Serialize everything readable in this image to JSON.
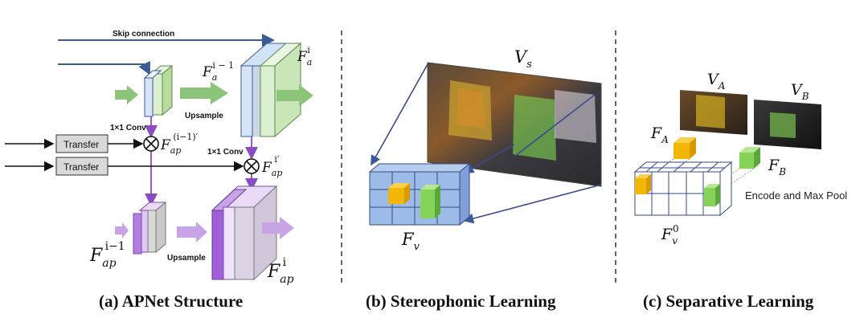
{
  "panel_a": {
    "caption": "(a) APNet Structure",
    "skip_label": "Skip connection",
    "upsample_top": "Upsample",
    "upsample_bottom": "Upsample",
    "conv1": "1×1 Conv",
    "conv2": "1×1 Conv",
    "transfer1": "Transfer",
    "transfer2": "Transfer",
    "fa_prev_base": "F",
    "fa_prev_sub": "a",
    "fa_prev_sup": "i − 1",
    "fa_base": "F",
    "fa_sub": "a",
    "fa_sup": "i",
    "fap_mid_base": "F",
    "fap_mid_sub": "ap",
    "fap_mid_sup": "(i−1)′",
    "fap_right_base": "F",
    "fap_right_sub": "ap",
    "fap_right_sup": "i′",
    "fap_bl_base": "F",
    "fap_bl_sub": "ap",
    "fap_bl_sup": "i−1",
    "fap_br_base": "F",
    "fap_br_sub": "ap",
    "fap_br_sup": "i"
  },
  "panel_b": {
    "caption": "(b) Stereophonic Learning",
    "vs_base": "V",
    "vs_sub": "s",
    "fv_base": "F",
    "fv_sub": "v"
  },
  "panel_c": {
    "caption": "(c) Separative Learning",
    "va_base": "V",
    "va_sub": "A",
    "vb_base": "V",
    "vb_sub": "B",
    "fa_base": "F",
    "fa_sub": "A",
    "fb_base": "F",
    "fb_sub": "B",
    "fv0_base": "F",
    "fv0_sub": "v",
    "fv0_sup": "0",
    "encode_label": "Encode and Max Pool"
  },
  "colors": {
    "blue_line": "#3a5a9a",
    "purple": "#9b59d0",
    "green_arrow": "#8cc47a",
    "green_block": "#dcefd0",
    "blue_block": "#d7e4f5",
    "purple_block": "#c8a3e6",
    "grid_blue": "#9cbbe6",
    "cube_yellow": "#f2b705",
    "cube_green": "#86d35a"
  }
}
